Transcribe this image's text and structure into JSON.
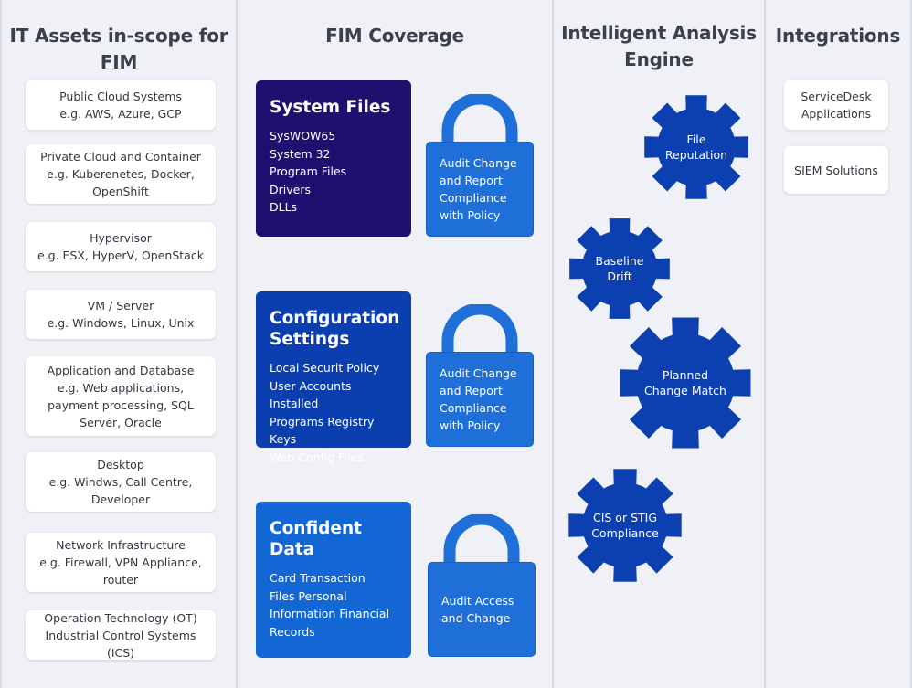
{
  "columns": {
    "assets": "IT Assets in-scope for FIM",
    "coverage": "FIM Coverage",
    "engine": "Intelligent Analysis\nEngine",
    "integrations": "Integrations"
  },
  "assets": [
    "Public Cloud Systems\ne.g. AWS, Azure, GCP",
    "Private Cloud and Container\ne.g.  Kuberenetes, Docker,\nOpenShift",
    "Hypervisor\ne.g. ESX, HyperV, OpenStack",
    "VM / Server\ne.g. Windows, Linux, Unix",
    "Application and Database\ne.g. Web applications,\npayment processing, SQL\nServer, Oracle",
    "Desktop\ne.g. Windws, Call Centre,\nDeveloper",
    "Network Infrastructure\ne.g. Firewall, VPN Appliance,\nrouter",
    "Operation Technology (OT)\nIndustrial Control Systems (ICS)"
  ],
  "coverage": [
    {
      "title": "System Files",
      "items": "SysWOW65\nSystem 32\nProgram Files\nDrivers\nDLLs",
      "lock_text": "Audit Change\nand Report\nCompliance\nwith Policy",
      "color": "#1f1070"
    },
    {
      "title": "Configuration\nSettings",
      "items": "Local Securit Policy\nUser Accounts Installed\nPrograms Registry Keys\nWeb Config Files",
      "lock_text": "Audit Change\nand Report\nCompliance\nwith Policy",
      "color": "#0b3fb0"
    },
    {
      "title": "Confident Data",
      "items": "Card Transaction\nFiles Personal\nInformation Financial\nRecords",
      "lock_text": "Audit Access\nand Change",
      "color": "#1367d4"
    }
  ],
  "engine": [
    "File\nReputation",
    "Baseline\nDrift",
    "Planned\nChange Match",
    "CIS or STIG\nCompliance"
  ],
  "integrations": [
    "ServiceDesk\nApplications",
    "SIEM Solutions"
  ],
  "colors": {
    "gear": "#0c3faf",
    "lock": "#1f6fd8"
  }
}
